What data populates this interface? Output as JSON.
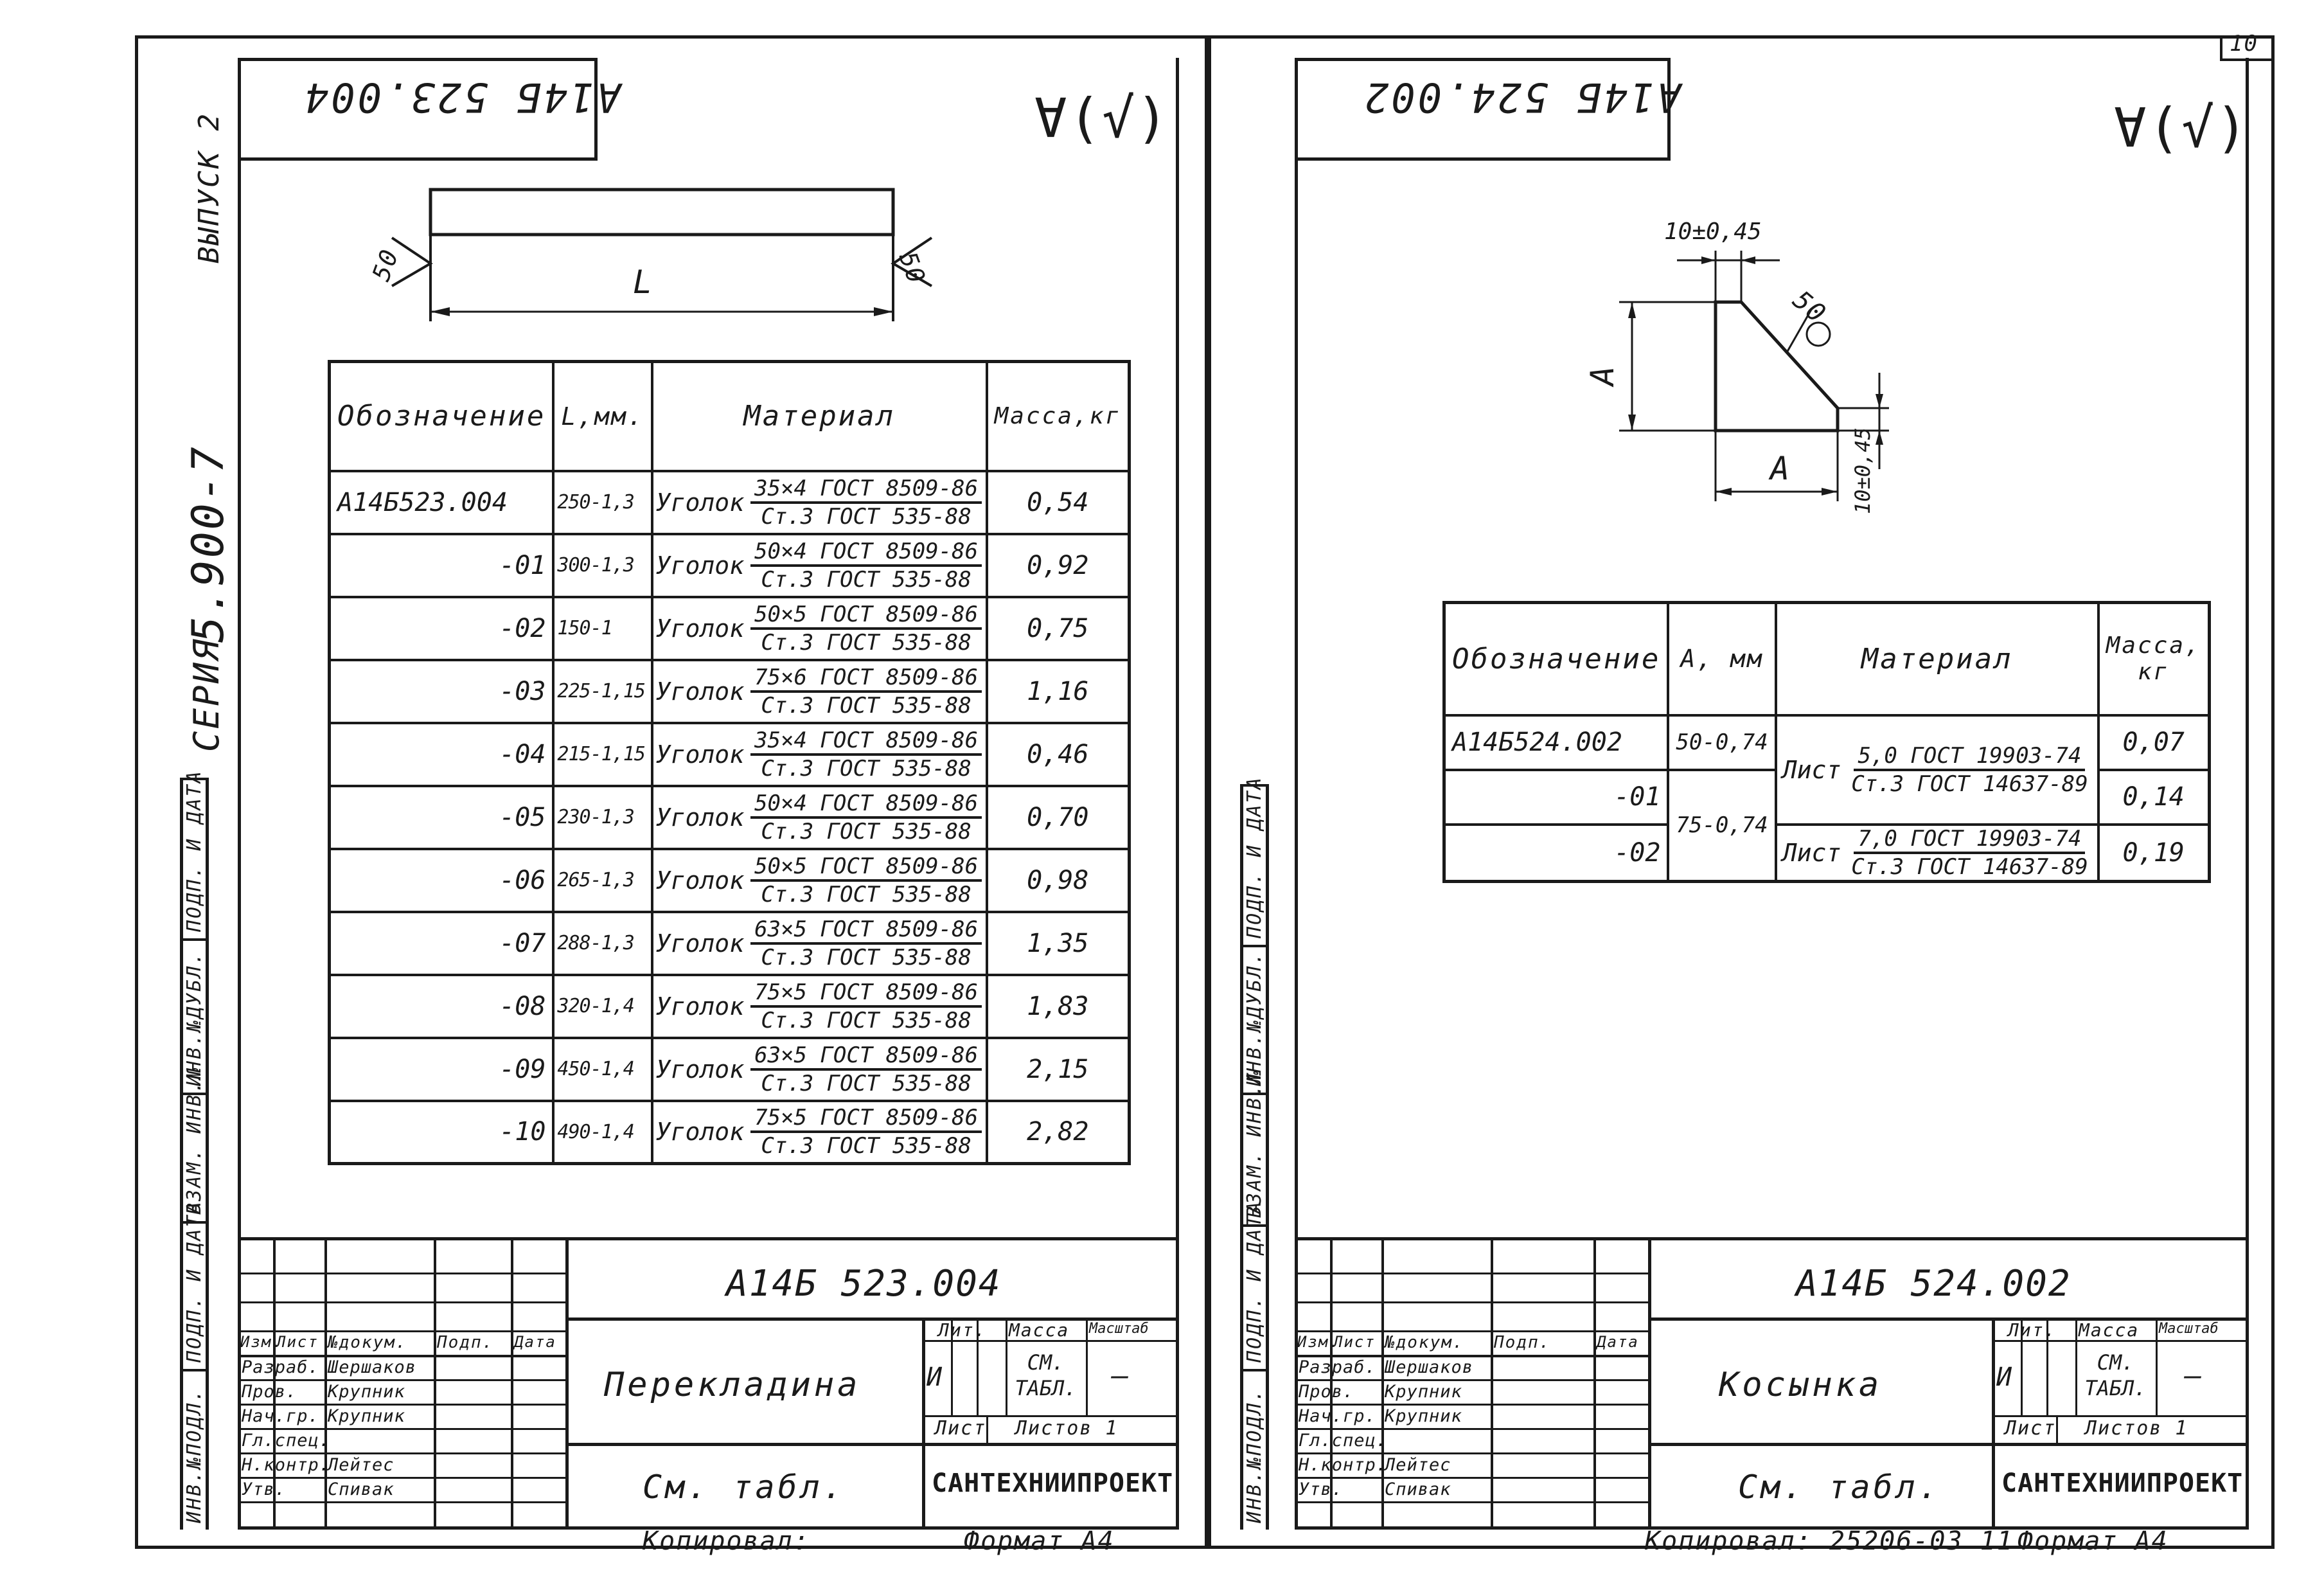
{
  "page_number": "10",
  "margin": {
    "vypusk": "ВЫПУСК 2",
    "seria_label": "СЕРИЯ",
    "seria_value": "5.900-7",
    "boxes": [
      "ИНВ.№ПОДЛ.",
      "ПОДП. И ДАТА",
      "ВЗАМ. ИНВ.№",
      "ИНВ.№ДУБЛ.",
      "ПОДП. И ДАТА"
    ]
  },
  "left": {
    "code_flipped": "А14Б 523.004",
    "roughness": "∀(√)",
    "drawing": {
      "weld_left": "50",
      "weld_right": "50",
      "dim_label": "L"
    },
    "table": {
      "headers": [
        "Обозначение",
        "L,мм.",
        "Материал",
        "Масса,кг"
      ],
      "rows": [
        {
          "des": "А14Б523.004",
          "len": "250-1,3",
          "word": "Уголок",
          "num": "35×4 ГОСТ 8509-86",
          "den": "Ст.3 ГОСТ 535-88",
          "mass": "0,54"
        },
        {
          "des": "-01",
          "len": "300-1,3",
          "word": "Уголок",
          "num": "50×4 ГОСТ 8509-86",
          "den": "Ст.3 ГОСТ 535-88",
          "mass": "0,92"
        },
        {
          "des": "-02",
          "len": "150-1",
          "word": "Уголок",
          "num": "50×5 ГОСТ 8509-86",
          "den": "Ст.3 ГОСТ 535-88",
          "mass": "0,75"
        },
        {
          "des": "-03",
          "len": "225-1,15",
          "word": "Уголок",
          "num": "75×6 ГОСТ 8509-86",
          "den": "Ст.3 ГОСТ 535-88",
          "mass": "1,16"
        },
        {
          "des": "-04",
          "len": "215-1,15",
          "word": "Уголок",
          "num": "35×4 ГОСТ 8509-86",
          "den": "Ст.3 ГОСТ 535-88",
          "mass": "0,46"
        },
        {
          "des": "-05",
          "len": "230-1,3",
          "word": "Уголок",
          "num": "50×4 ГОСТ 8509-86",
          "den": "Ст.3 ГОСТ 535-88",
          "mass": "0,70"
        },
        {
          "des": "-06",
          "len": "265-1,3",
          "word": "Уголок",
          "num": "50×5 ГОСТ 8509-86",
          "den": "Ст.3 ГОСТ 535-88",
          "mass": "0,98"
        },
        {
          "des": "-07",
          "len": "288-1,3",
          "word": "Уголок",
          "num": "63×5 ГОСТ 8509-86",
          "den": "Ст.3 ГОСТ 535-88",
          "mass": "1,35"
        },
        {
          "des": "-08",
          "len": "320-1,4",
          "word": "Уголок",
          "num": "75×5 ГОСТ 8509-86",
          "den": "Ст.3 ГОСТ 535-88",
          "mass": "1,83"
        },
        {
          "des": "-09",
          "len": "450-1,4",
          "word": "Уголок",
          "num": "63×5 ГОСТ 8509-86",
          "den": "Ст.3 ГОСТ 535-88",
          "mass": "2,15"
        },
        {
          "des": "-10",
          "len": "490-1,4",
          "word": "Уголок",
          "num": "75×5 ГОСТ 8509-86",
          "den": "Ст.3 ГОСТ 535-88",
          "mass": "2,82"
        }
      ]
    },
    "stamp": {
      "code": "А14Б 523.004",
      "name": "Перекладина",
      "material": "См. табл.",
      "lit_label": "Лит.",
      "mass_label": "Масса",
      "scale_label": "Масштаб",
      "lit_value": "И",
      "mass_value": "СМ. ТАБЛ.",
      "scale_value": "—",
      "sheet_label": "Лист",
      "sheets_label": "Листов 1",
      "org": "САНТЕХНИИПРОЕКТ",
      "head": [
        "Изм.",
        "Лист",
        "№докум.",
        "Подп.",
        "Дата"
      ],
      "people": [
        [
          "Разраб.",
          "Шершаков"
        ],
        [
          "Пров.",
          "Крупник"
        ],
        [
          "Нач.гр.",
          "Крупник"
        ],
        [
          "Гл.спец.",
          ""
        ],
        [
          "Н.контр.",
          "Лейтес"
        ],
        [
          "Утв.",
          "Спивак"
        ]
      ]
    },
    "footer": {
      "copied": "Копировал:",
      "format": "Формат А4"
    }
  },
  "right": {
    "code_flipped": "А14Б 524.002",
    "roughness": "∀(√)",
    "drawing": {
      "dim_top": "10±0,45",
      "dim_right": "10±0,45",
      "weld": "50",
      "dim_a_left": "А",
      "dim_a_bottom": "А"
    },
    "table": {
      "headers": [
        "Обозначение",
        "А, мм",
        "Материал",
        "Масса, кг"
      ],
      "rows": [
        {
          "des": "А14Б524.002",
          "a": "50-0,74",
          "word": "Лист",
          "num": "5,0 ГОСТ 19903-74",
          "den": "Ст.3 ГОСТ 14637-89",
          "mass": "0,07"
        },
        {
          "des": "-01",
          "a": "75-0,74",
          "mass": "0,14"
        },
        {
          "des": "-02",
          "word": "Лист",
          "num": "7,0 ГОСТ 19903-74",
          "den": "Ст.3 ГОСТ 14637-89",
          "mass": "0,19"
        }
      ]
    },
    "stamp": {
      "code": "А14Б 524.002",
      "name": "Косынка",
      "material": "См. табл.",
      "lit_label": "Лит.",
      "mass_label": "Масса",
      "scale_label": "Масштаб",
      "lit_value": "И",
      "mass_value": "СМ. ТАБЛ.",
      "scale_value": "—",
      "sheet_label": "Лист",
      "sheets_label": "Листов 1",
      "org": "САНТЕХНИИПРОЕКТ",
      "head": [
        "Изм.",
        "Лист",
        "№докум.",
        "Подп.",
        "Дата"
      ],
      "people": [
        [
          "Разраб.",
          "Шершаков"
        ],
        [
          "Пров.",
          "Крупник"
        ],
        [
          "Нач.гр.",
          "Крупник"
        ],
        [
          "Гл.спец.",
          ""
        ],
        [
          "Н.контр.",
          "Лейтес"
        ],
        [
          "Утв.",
          "Спивак"
        ]
      ]
    },
    "footer": {
      "copied": "Копировал: 25206-03  11",
      "format": "Формат А4"
    }
  }
}
